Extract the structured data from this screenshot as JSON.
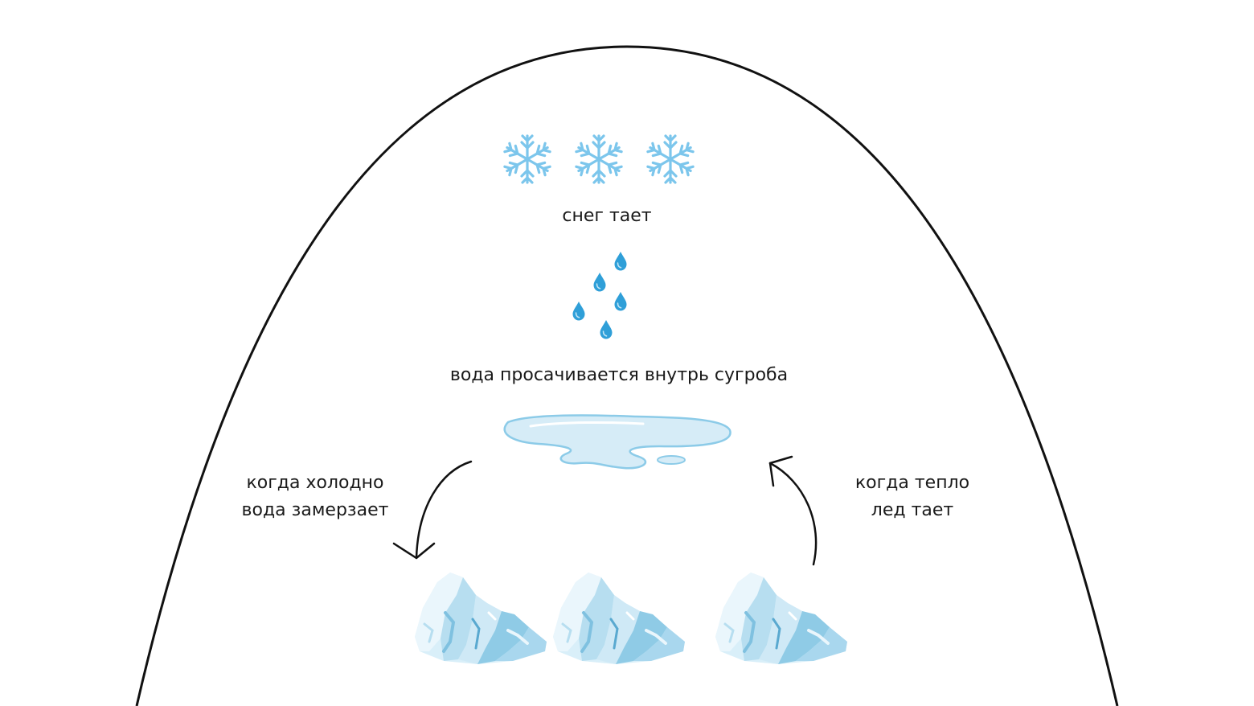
{
  "labels": {
    "snow_melts": "снег тает",
    "water_seeps": "вода просачивается внутрь сугроба",
    "cold_line1": "когда холодно",
    "cold_line2": "вода замерзает",
    "warm_line1": "когда тепло",
    "warm_line2": "лед тает"
  },
  "icons": {
    "snowflake": "snowflake-icon",
    "water_drop": "water-drop-icon",
    "puddle": "puddle-icon",
    "ice": "ice-chunk-icon",
    "arrow_down": "curved-arrow-down-icon",
    "arrow_up": "curved-arrow-up-icon"
  },
  "colors": {
    "outline": "#111111",
    "snowflake": "#7cc6ec",
    "drop": "#2f9fd8",
    "drop_highlight": "#bfe5f7",
    "puddle_fill": "#d6ecf7",
    "puddle_edge": "#8ccbe8",
    "ice_light": "#e3f3fb",
    "ice_mid": "#b7def0",
    "ice_dark": "#7fc1e0",
    "ice_shadow": "#5aa9d0",
    "text": "#1a1a1a"
  }
}
